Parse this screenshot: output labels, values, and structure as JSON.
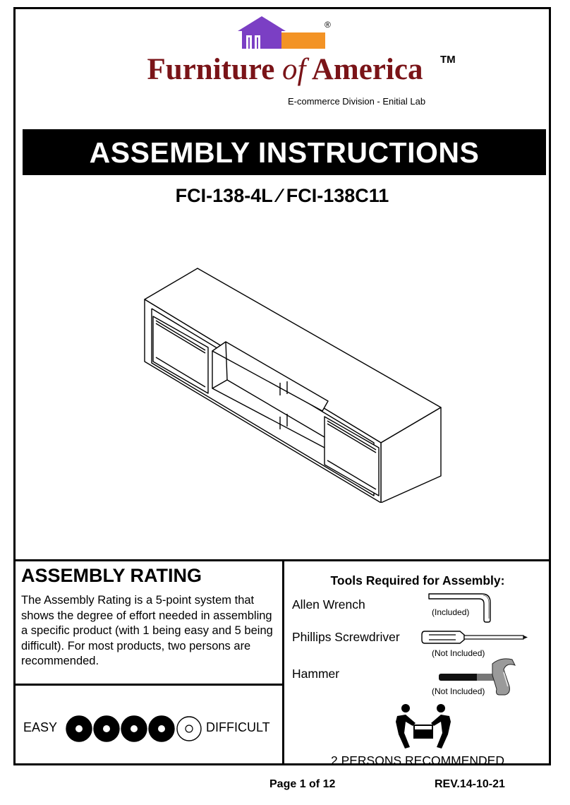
{
  "header": {
    "brand_main": "Furniture ",
    "brand_of": "of",
    "brand_end": " America",
    "trademark": "TM",
    "registered": "®",
    "division": "E-commerce Division - Enitial Lab",
    "logo_colors": {
      "house": "#7b3fc4",
      "bar": "#f39325",
      "brand": "#7a1418"
    }
  },
  "banner": {
    "title": "ASSEMBLY INSTRUCTIONS"
  },
  "model": {
    "number": "FCI-138-4L ∕ FCI-138C11"
  },
  "rating": {
    "title": "ASSEMBLY RATING",
    "description": "The Assembly Rating is a 5-point system that shows the degree of effort needed in assembling a specific product (with 1 being easy and 5 being difficult).  For most products, two persons are recommended.",
    "easy_label": "EASY",
    "difficult_label": "DIFFICULT",
    "level": 4,
    "max_level": 5
  },
  "tools": {
    "title": "Tools Required for Assembly:",
    "items": [
      {
        "name": "Allen Wrench",
        "note": "(Included)",
        "icon": "allen-wrench-icon"
      },
      {
        "name": "Phillips Screwdriver",
        "note": "(Not Included)",
        "icon": "screwdriver-icon"
      },
      {
        "name": "Hammer",
        "note": "(Not Included)",
        "icon": "hammer-icon"
      }
    ]
  },
  "persons": {
    "label": "2 PERSONS RECOMMENDED",
    "icon": "two-persons-lifting-icon"
  },
  "footer": {
    "page": "Page 1 of 12",
    "revision": "REV.14-10-21"
  }
}
